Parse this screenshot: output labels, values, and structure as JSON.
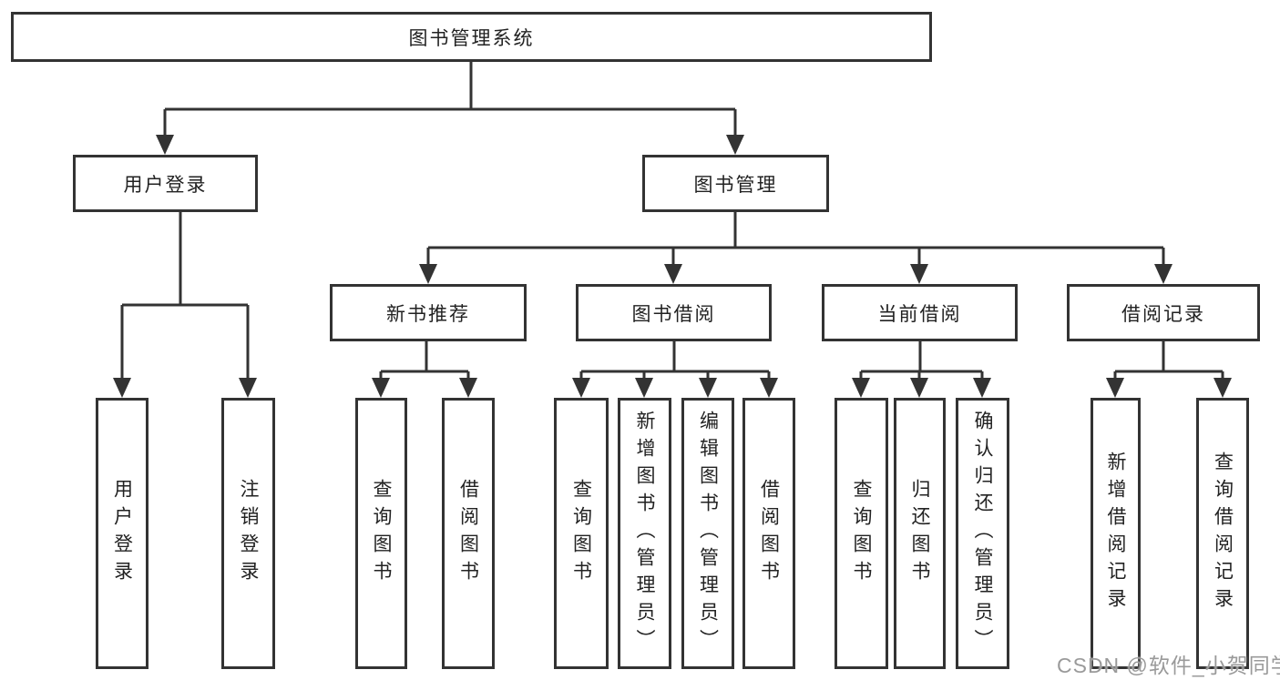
{
  "tree": {
    "label": "图书管理系统",
    "children": [
      {
        "label": "用户登录",
        "children": [
          {
            "label": "用户登录"
          },
          {
            "label": "注销登录"
          }
        ]
      },
      {
        "label": "图书管理",
        "children": [
          {
            "label": "新书推荐",
            "children": [
              {
                "label": "查询图书"
              },
              {
                "label": "借阅图书"
              }
            ]
          },
          {
            "label": "图书借阅",
            "children": [
              {
                "label": "查询图书"
              },
              {
                "label": "新增图书（管理员）"
              },
              {
                "label": "编辑图书（管理员）"
              },
              {
                "label": "借阅图书"
              }
            ]
          },
          {
            "label": "当前借阅",
            "children": [
              {
                "label": "查询图书"
              },
              {
                "label": "归还图书"
              },
              {
                "label": "确认归还（管理员）"
              }
            ]
          },
          {
            "label": "借阅记录",
            "children": [
              {
                "label": "新增借阅记录"
              },
              {
                "label": "查询借阅记录"
              }
            ]
          }
        ]
      }
    ]
  },
  "watermark": "CSDN @软件_小贺同学",
  "colors": {
    "line": "#333333",
    "text": "#222222",
    "watermark": "#9a9a9a",
    "background": "#ffffff"
  }
}
